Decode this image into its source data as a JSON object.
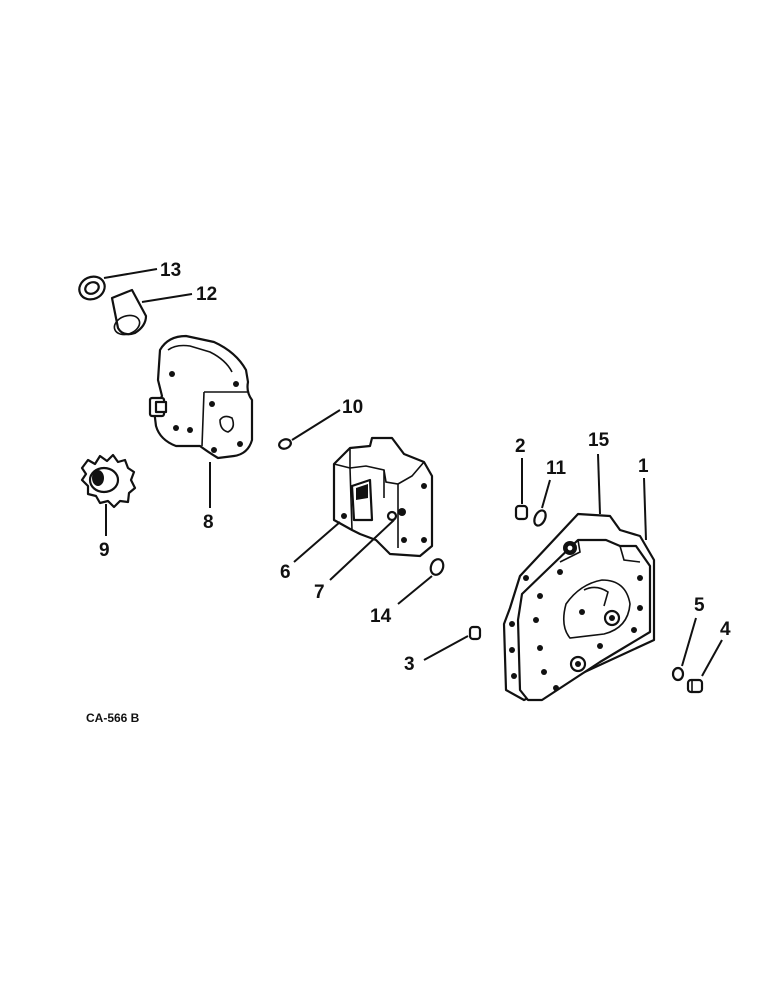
{
  "diagram": {
    "drawing_code": "CA-566 B",
    "callouts": [
      "1",
      "2",
      "3",
      "4",
      "5",
      "6",
      "7",
      "8",
      "9",
      "10",
      "11",
      "12",
      "13",
      "14",
      "15"
    ]
  }
}
